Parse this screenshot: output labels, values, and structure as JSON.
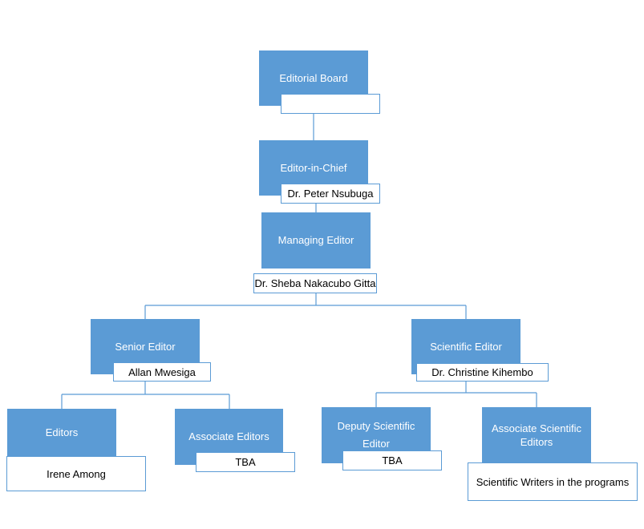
{
  "colors": {
    "box_fill": "#5b9bd5",
    "connector": "#5b9bd5",
    "label_fill": "#ffffff"
  },
  "nodes": {
    "editorial_board": {
      "title": "Editorial Board",
      "name": ""
    },
    "editor_in_chief": {
      "title": "Editor-in-Chief",
      "name": "Dr. Peter Nsubuga"
    },
    "managing_editor": {
      "title": "Managing Editor",
      "name": "Dr. Sheba Nakacubo Gitta"
    },
    "senior_editor": {
      "title": "Senior Editor",
      "name": "Allan Mwesiga"
    },
    "scientific_editor": {
      "title": "Scientific Editor",
      "name": "Dr. Christine Kihembo"
    },
    "editors": {
      "title": "Editors",
      "name": "Irene Among"
    },
    "associate_editors": {
      "title": "Associate Editors",
      "name": "TBA"
    },
    "deputy_scientific_editor": {
      "title": "Deputy Scientific Editor",
      "name": "TBA"
    },
    "associate_scientific_editors": {
      "title": "Associate Scientific Editors",
      "name": "Scientific Writers in the programs"
    }
  }
}
